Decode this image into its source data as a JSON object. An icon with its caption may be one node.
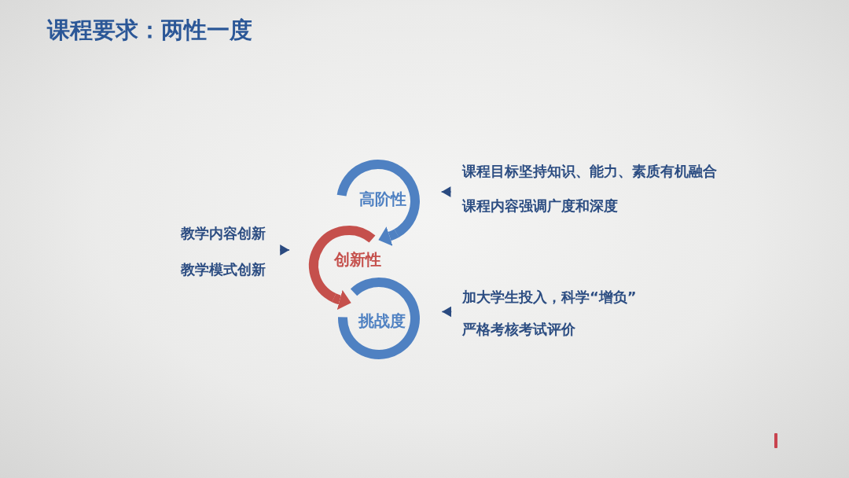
{
  "diagram": {
    "title": "课程要求：两性一度",
    "nodes": [
      {
        "text": [
          "高阶性"
        ]
      },
      {
        "text": [
          "创新性"
        ]
      },
      {
        "text": [
          "挑战度"
        ]
      },
      {
        "text": [
          "课程目标坚持知识、能力、素质有机融合",
          "课程内容强调广度和深度"
        ]
      },
      {
        "text": [
          "教学内容创新",
          "教学模式创新"
        ]
      },
      {
        "text": [
          "加大学生投入，科学“增负”",
          "严格考核考试评价"
        ]
      }
    ],
    "edges": [
      {
        "from": 0,
        "to": 1,
        "arrow": "to",
        "style": "thick",
        "color": "#4f81c2"
      },
      {
        "from": 1,
        "to": 2,
        "arrow": "to",
        "style": "thick",
        "color": "#c5504c"
      },
      {
        "from": 3,
        "to": 0,
        "arrow": "to"
      },
      {
        "from": 4,
        "to": 1,
        "arrow": "to"
      },
      {
        "from": 5,
        "to": 2,
        "arrow": "to"
      }
    ]
  }
}
